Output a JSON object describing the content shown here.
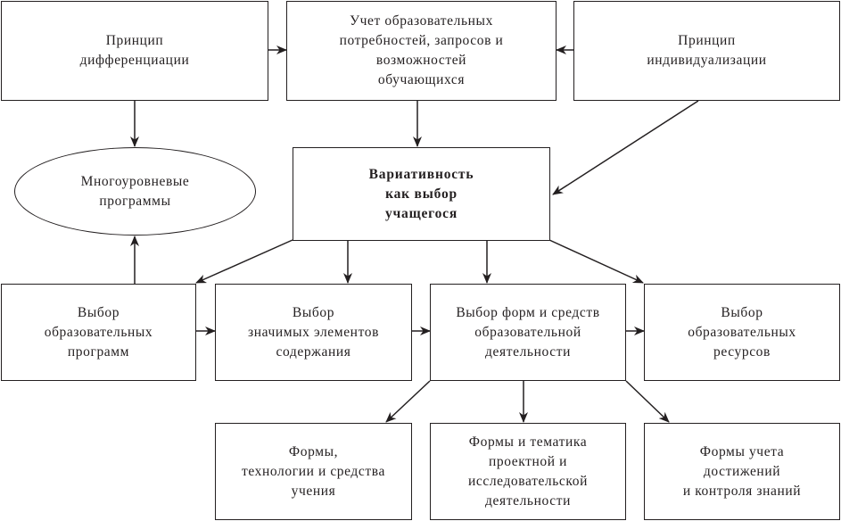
{
  "diagram": {
    "nodes": {
      "principle_diff": {
        "label": "Принцип\nдифференциации",
        "shape": "rectangle"
      },
      "needs": {
        "label": "Учет образовательных\nпотребностей, запросов и\nвозможностей\nобучающихся",
        "shape": "rectangle"
      },
      "principle_ind": {
        "label": "Принцип\nиндивидуализации",
        "shape": "rectangle"
      },
      "multilevel": {
        "label": "Многоуровневые\nпрограммы",
        "shape": "ellipse"
      },
      "variativity": {
        "label": "Вариативность\nкак выбор\nучащегося",
        "shape": "rectangle",
        "emphasis": "bold"
      },
      "choice_programs": {
        "label": "Выбор\nобразовательных\nпрограмм",
        "shape": "rectangle"
      },
      "choice_content": {
        "label": "Выбор\nзначимых элементов\nсодержания",
        "shape": "rectangle"
      },
      "choice_forms": {
        "label": "Выбор форм и средств\nобразовательной\nдеятельности",
        "shape": "rectangle"
      },
      "choice_resources": {
        "label": "Выбор\nобразовательных\nресурсов",
        "shape": "rectangle"
      },
      "forms_tech": {
        "label": "Формы,\nтехнологии и средства\nучения",
        "shape": "rectangle"
      },
      "forms_project": {
        "label": "Формы и тематика\nпроектной и\nисследовательской\nдеятельности",
        "shape": "rectangle"
      },
      "forms_assessment": {
        "label": "Формы учета\nдостижений\nи контроля знаний",
        "shape": "rectangle"
      }
    },
    "edges": [
      {
        "from": "principle_diff",
        "to": "needs"
      },
      {
        "from": "principle_ind",
        "to": "needs"
      },
      {
        "from": "principle_diff",
        "to": "multilevel"
      },
      {
        "from": "needs",
        "to": "variativity"
      },
      {
        "from": "principle_ind",
        "to": "variativity"
      },
      {
        "from": "variativity",
        "to": "choice_programs"
      },
      {
        "from": "variativity",
        "to": "choice_content"
      },
      {
        "from": "variativity",
        "to": "choice_forms"
      },
      {
        "from": "variativity",
        "to": "choice_resources"
      },
      {
        "from": "choice_programs",
        "to": "multilevel"
      },
      {
        "from": "choice_programs",
        "to": "choice_content"
      },
      {
        "from": "choice_content",
        "to": "choice_forms"
      },
      {
        "from": "choice_forms",
        "to": "choice_resources"
      },
      {
        "from": "choice_forms",
        "to": "forms_tech"
      },
      {
        "from": "choice_forms",
        "to": "forms_project"
      },
      {
        "from": "choice_forms",
        "to": "forms_assessment"
      }
    ],
    "colors": {
      "stroke": "#231f20",
      "fill": "#ffffff"
    }
  }
}
